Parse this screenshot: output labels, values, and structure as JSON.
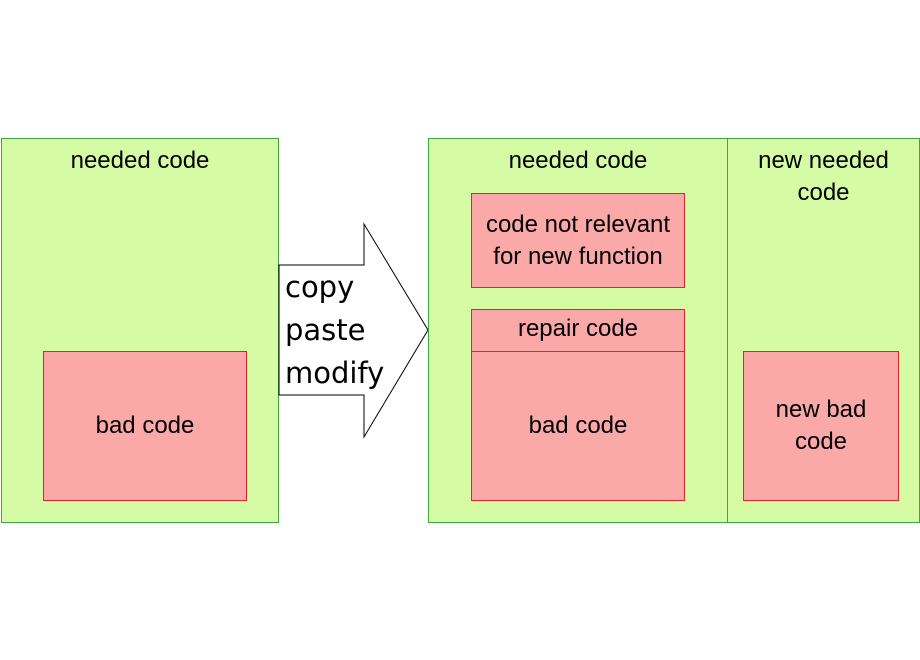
{
  "left_panel": {
    "title": "needed code",
    "bad_code": "bad code"
  },
  "arrow": {
    "lines": [
      "copy",
      "paste",
      "modify"
    ]
  },
  "right_panel": {
    "title": "needed code",
    "not_relevant": "code not relevant for new function",
    "repair": "repair code",
    "bad_code": "bad code"
  },
  "new_panel": {
    "title": "new needed code",
    "bad_code": "new bad code"
  },
  "colors": {
    "green_fill": "#d5fca4",
    "green_border": "#3fa83c",
    "red_fill": "#faa8a8",
    "red_border": "#e8202a"
  }
}
